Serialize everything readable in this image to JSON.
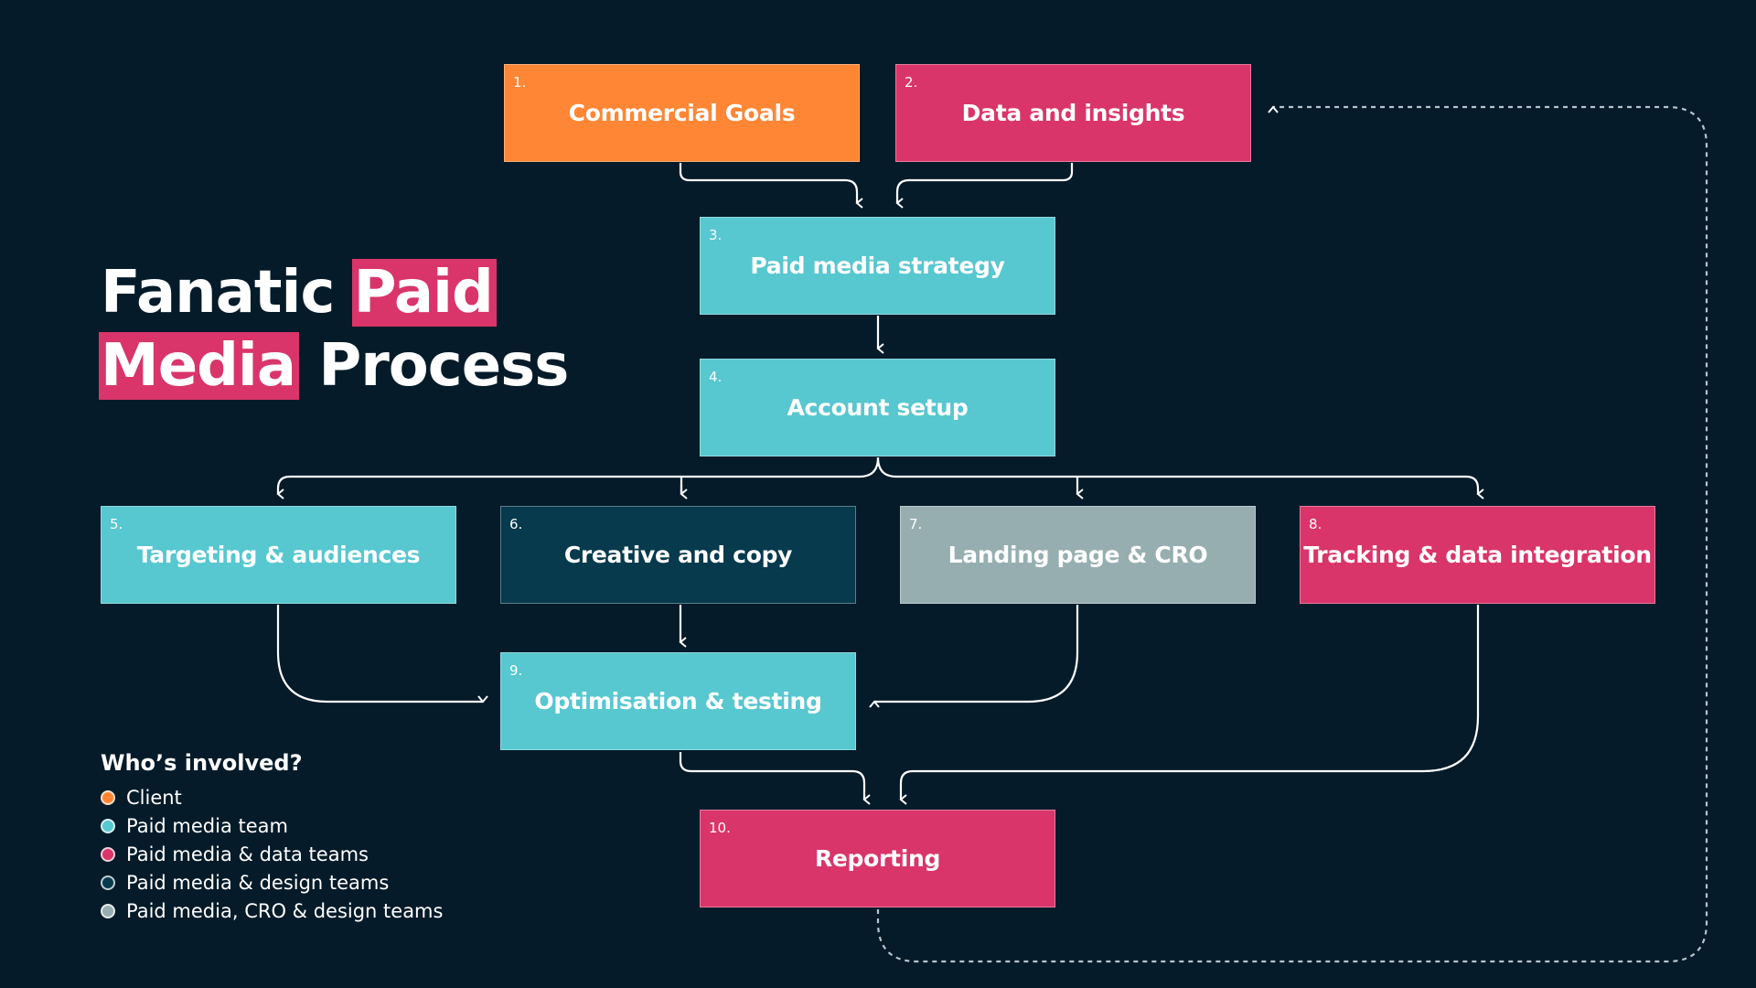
{
  "title": {
    "word1": "Fanatic",
    "word2": "Paid",
    "word3": "Media",
    "word4": "Process"
  },
  "colors": {
    "background": "#051b29",
    "client": "#fe8634",
    "paid_media_team": "#57c7d0",
    "paid_media_data": "#d9356a",
    "paid_media_design": "#063a4c",
    "paid_media_cro_design": "#97aeb1"
  },
  "steps": [
    {
      "num": "1.",
      "label": "Commercial Goals",
      "color": "#fe8634"
    },
    {
      "num": "2.",
      "label": "Data and insights",
      "color": "#d9356a"
    },
    {
      "num": "3.",
      "label": "Paid media strategy",
      "color": "#57c7d0"
    },
    {
      "num": "4.",
      "label": "Account setup",
      "color": "#57c7d0"
    },
    {
      "num": "5.",
      "label": "Targeting & audiences",
      "color": "#57c7d0"
    },
    {
      "num": "6.",
      "label": "Creative and copy",
      "color": "#063a4c"
    },
    {
      "num": "7.",
      "label": "Landing page & CRO",
      "color": "#97aeb1"
    },
    {
      "num": "8.",
      "label": "Tracking & data integration",
      "color": "#d9356a"
    },
    {
      "num": "9.",
      "label": "Optimisation & testing",
      "color": "#57c7d0"
    },
    {
      "num": "10.",
      "label": "Reporting",
      "color": "#d9356a"
    }
  ],
  "legend": {
    "heading": "Who’s involved?",
    "items": [
      {
        "label": "Client",
        "color": "#fe8634"
      },
      {
        "label": "Paid media team",
        "color": "#57c7d0"
      },
      {
        "label": "Paid media & data teams",
        "color": "#d9356a"
      },
      {
        "label": "Paid media & design teams",
        "color": "#063a4c"
      },
      {
        "label": "Paid media, CRO & design teams",
        "color": "#97aeb1"
      }
    ]
  }
}
